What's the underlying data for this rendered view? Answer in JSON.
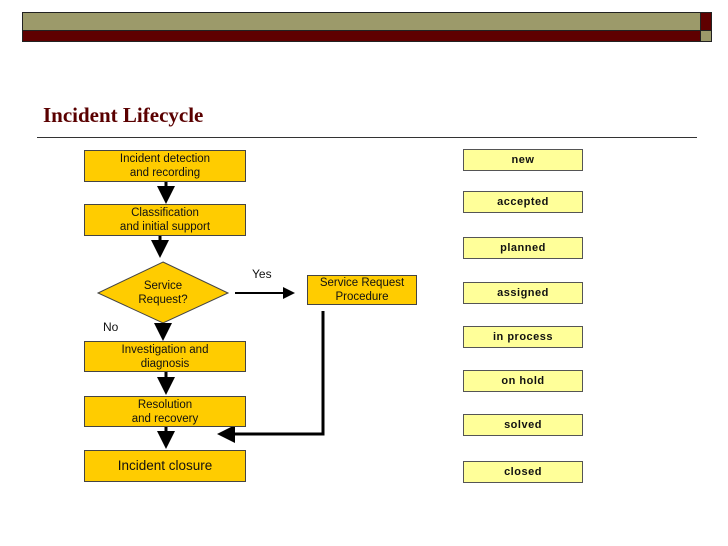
{
  "title": "Incident Lifecycle",
  "flow": {
    "detection": "Incident detection\nand recording",
    "classification": "Classification\nand initial support",
    "decision": "Service\nRequest?",
    "investigation": "Investigation and\ndiagnosis",
    "resolution": "Resolution\nand recovery",
    "closure": "Incident closure",
    "service_request": "Service Request\nProcedure",
    "yes_label": "Yes",
    "no_label": "No"
  },
  "states": [
    "new",
    "accepted",
    "planned",
    "assigned",
    "in process",
    "on hold",
    "solved",
    "closed"
  ],
  "colors": {
    "olive": "#9c9a6a",
    "maroon": "#5f0000",
    "box": "#ffcc00",
    "state": "#ffff99"
  }
}
